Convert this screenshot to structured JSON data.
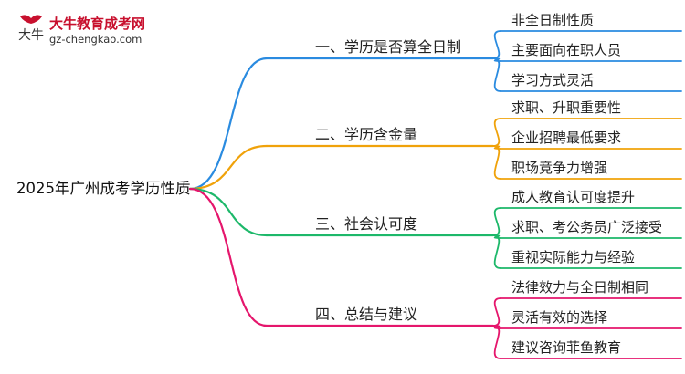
{
  "logo": {
    "name": "大牛教育成考网",
    "domain": "gz-chengkao.com",
    "glyph": "大牛"
  },
  "mindmap": {
    "root": "2025年广州成考学历性质",
    "branches": [
      {
        "label": "一、学历是否算全日制",
        "color": "#2a8be0",
        "children": [
          "非全日制性质",
          "主要面向在职人员",
          "学习方式灵活"
        ]
      },
      {
        "label": "二、学历含金量",
        "color": "#f0a20a",
        "children": [
          "求职、升职重要性",
          "企业招聘最低要求",
          "职场竞争力增强"
        ]
      },
      {
        "label": "三、社会认可度",
        "color": "#1db86a",
        "children": [
          "成人教育认可度提升",
          "求职、考公务员广泛接受",
          "重视实际能力与经验"
        ]
      },
      {
        "label": "四、总结与建议",
        "color": "#e5166c",
        "children": [
          "法律效力与全日制相同",
          "灵活有效的选择",
          "建议咨询菲鱼教育"
        ]
      }
    ]
  }
}
